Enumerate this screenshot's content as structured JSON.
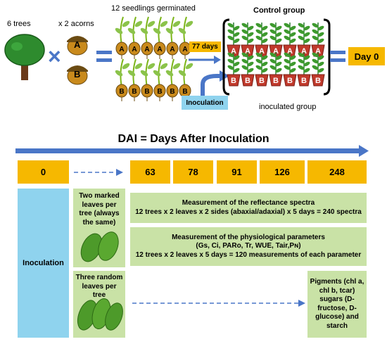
{
  "top": {
    "trees_label": "6 trees",
    "acorns_label": "x 2 acorns",
    "seedlings_label": "12 seedlings germinated",
    "days_label": "77 days",
    "control_label": "Control group",
    "inoculated_label": "inoculated  group",
    "inoculation_label": "Inoculation",
    "day0_label": "Day 0",
    "acorn_a": "A",
    "acorn_b": "B"
  },
  "timeline": {
    "title": "DAI = Days After Inoculation",
    "days": [
      "0",
      "63",
      "78",
      "91",
      "126",
      "248"
    ]
  },
  "bottom": {
    "inoculation": "Inoculation",
    "marked_leaves": "Two marked leaves per tree (always the same)",
    "random_leaves": "Three random leaves per tree",
    "reflectance_title": "Measurement of the reflectance spectra",
    "reflectance_formula": "12 trees x 2 leaves x 2 sides (abaxial/adaxial) x 5 days = 240 spectra",
    "physio_title": "Measurement of the physiological parameters",
    "physio_params": "(Gs, Ci, PARo, Tr, WUE, Tair,Pɴ)",
    "physio_formula": "12 trees x 2 leaves x 5 days = 120 measurements of each parameter",
    "pigments": "Pigments (chl a, chl b, tcar) sugars (D-fructose, D-glucose) and starch"
  },
  "colors": {
    "accent_blue": "#4a76c7",
    "yellow": "#f6b800",
    "green_box": "#c9e2a6",
    "light_blue": "#8fd3ee",
    "pot_red": "#c0392b"
  }
}
